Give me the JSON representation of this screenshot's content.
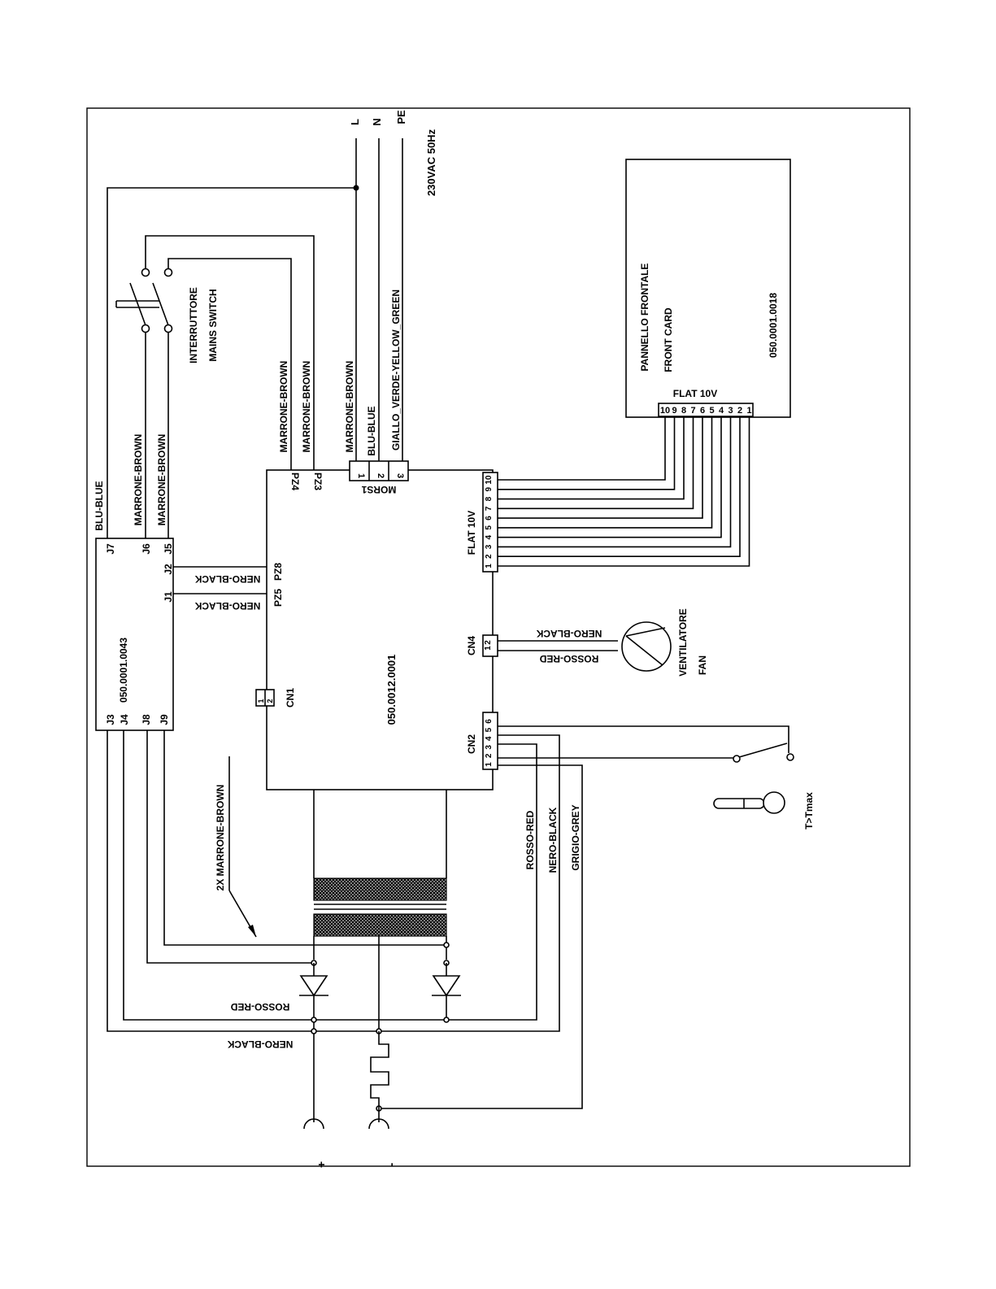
{
  "supply": {
    "l": "L",
    "n": "N",
    "pe": "PE",
    "rating": "230VAC 50Hz"
  },
  "main_board": {
    "code": "050.0012.0001",
    "pz_labels": {
      "pz4": "PZ4",
      "pz3": "PZ3",
      "pz5": "PZ5",
      "pz8": "PZ8"
    },
    "mors": {
      "name": "MORS1",
      "pins": [
        "1",
        "2",
        "3"
      ]
    },
    "flat_name": "FLAT 10V",
    "flat_pins": [
      "1",
      "2",
      "3",
      "4",
      "5",
      "6",
      "7",
      "8",
      "9",
      "10"
    ],
    "cn1": {
      "name": "CN1",
      "pins": [
        "1",
        "2"
      ]
    },
    "cn4": {
      "name": "CN4",
      "pins": [
        "1",
        "2"
      ]
    },
    "cn2": {
      "name": "CN2",
      "pins": [
        "1",
        "2",
        "3",
        "4",
        "5",
        "6"
      ]
    }
  },
  "aux_board": {
    "code": "050.0001.0043",
    "pins": {
      "j7": "J7",
      "j6": "J6",
      "j5": "J5",
      "j2": "J2",
      "j1": "J1",
      "j3": "J3",
      "j4": "J4",
      "j8": "J8",
      "j9": "J9"
    }
  },
  "front_card": {
    "title_it": "PANNELLO FRONTALE",
    "title_en": "FRONT CARD",
    "code": "050.0001.0018",
    "flat_name": "FLAT 10V",
    "pins": [
      "10",
      "9",
      "8",
      "7",
      "6",
      "5",
      "4",
      "3",
      "2",
      "1"
    ]
  },
  "switch": {
    "label_it": "INTERRUTTORE",
    "label_en": "MAINS SWITCH"
  },
  "fan": {
    "label_it": "VENTILATORE",
    "label_en": "FAN"
  },
  "thermostat": {
    "label": "T>Tmax"
  },
  "wires": {
    "blu_blue_j7": "BLU-BLUE",
    "marrone_j6": "MARRONE-BROWN",
    "marrone_j5": "MARRONE-BROWN",
    "marrone_pz4": "MARRONE-BROWN",
    "marrone_pz3": "MARRONE-BROWN",
    "marrone_mors": "MARRONE-BROWN",
    "blu_mors": "BLU-BLUE",
    "pe_mors": "GIALLO_VERDE-YELLOW_GREEN",
    "nero_j2": "NERO-BLACK",
    "nero_j1": "NERO-BLACK",
    "fan_nero": "NERO-BLACK",
    "fan_rosso": "ROSSO-RED",
    "cn2_rosso": "ROSSO-RED",
    "cn2_nero": "NERO-BLACK",
    "cn2_grigio": "GRIGIO-GREY",
    "transformer_pair": "2X MARRONE-BROWN",
    "diode_rosso": "ROSSO-RED",
    "bottom_nero": "NERO-BLACK"
  },
  "output": {
    "plus": "+",
    "minus": "-"
  }
}
